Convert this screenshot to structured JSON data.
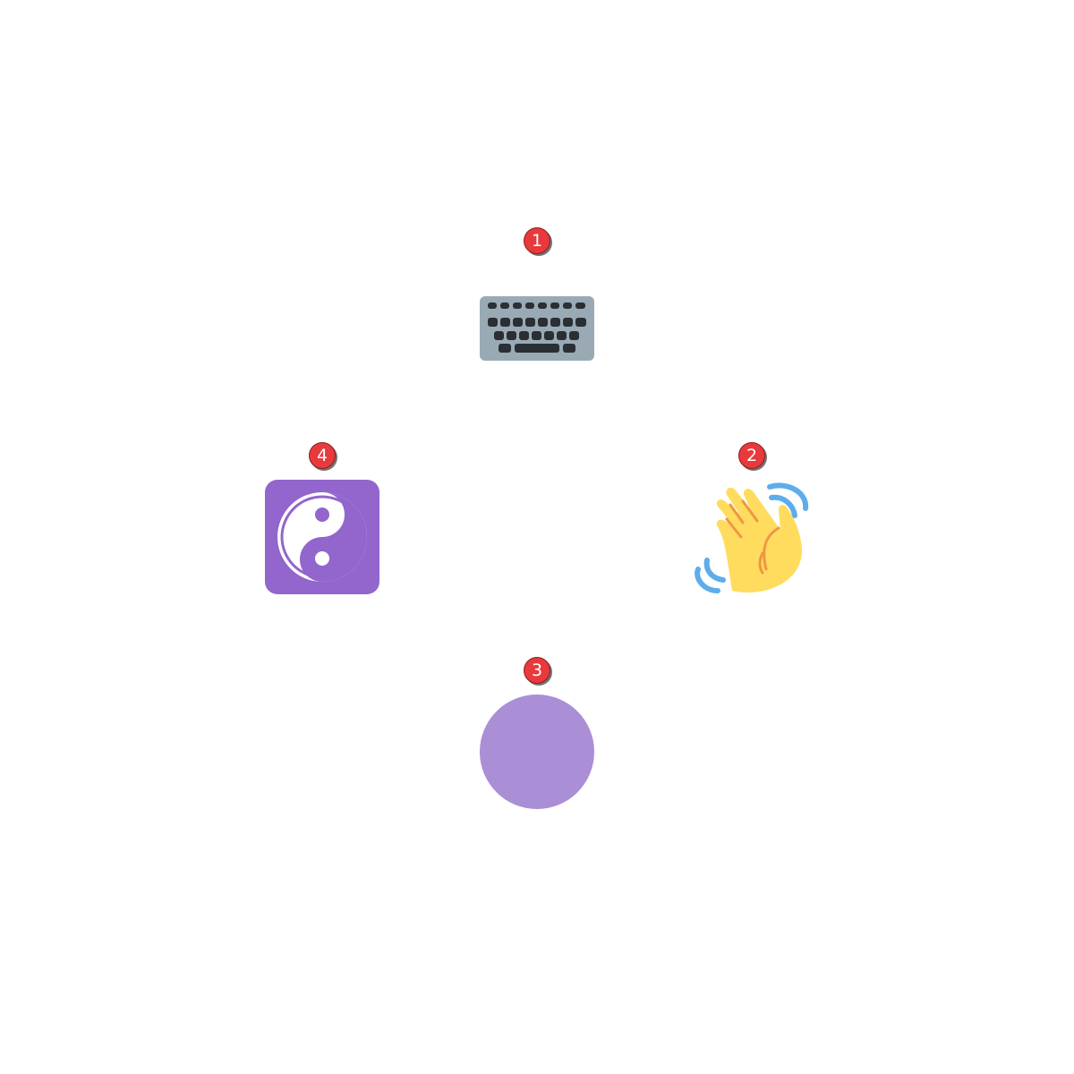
{
  "items": [
    {
      "number": "1",
      "icon": "keyboard-icon",
      "color": "#99aab5"
    },
    {
      "number": "2",
      "icon": "waving-hand-icon",
      "color": "#ffdc5d"
    },
    {
      "number": "3",
      "icon": "purple-circle-icon",
      "color": "#aa8ed6"
    },
    {
      "number": "4",
      "icon": "yin-yang-icon",
      "color": "#9266cc"
    }
  ],
  "badge_color": "#e8393d"
}
